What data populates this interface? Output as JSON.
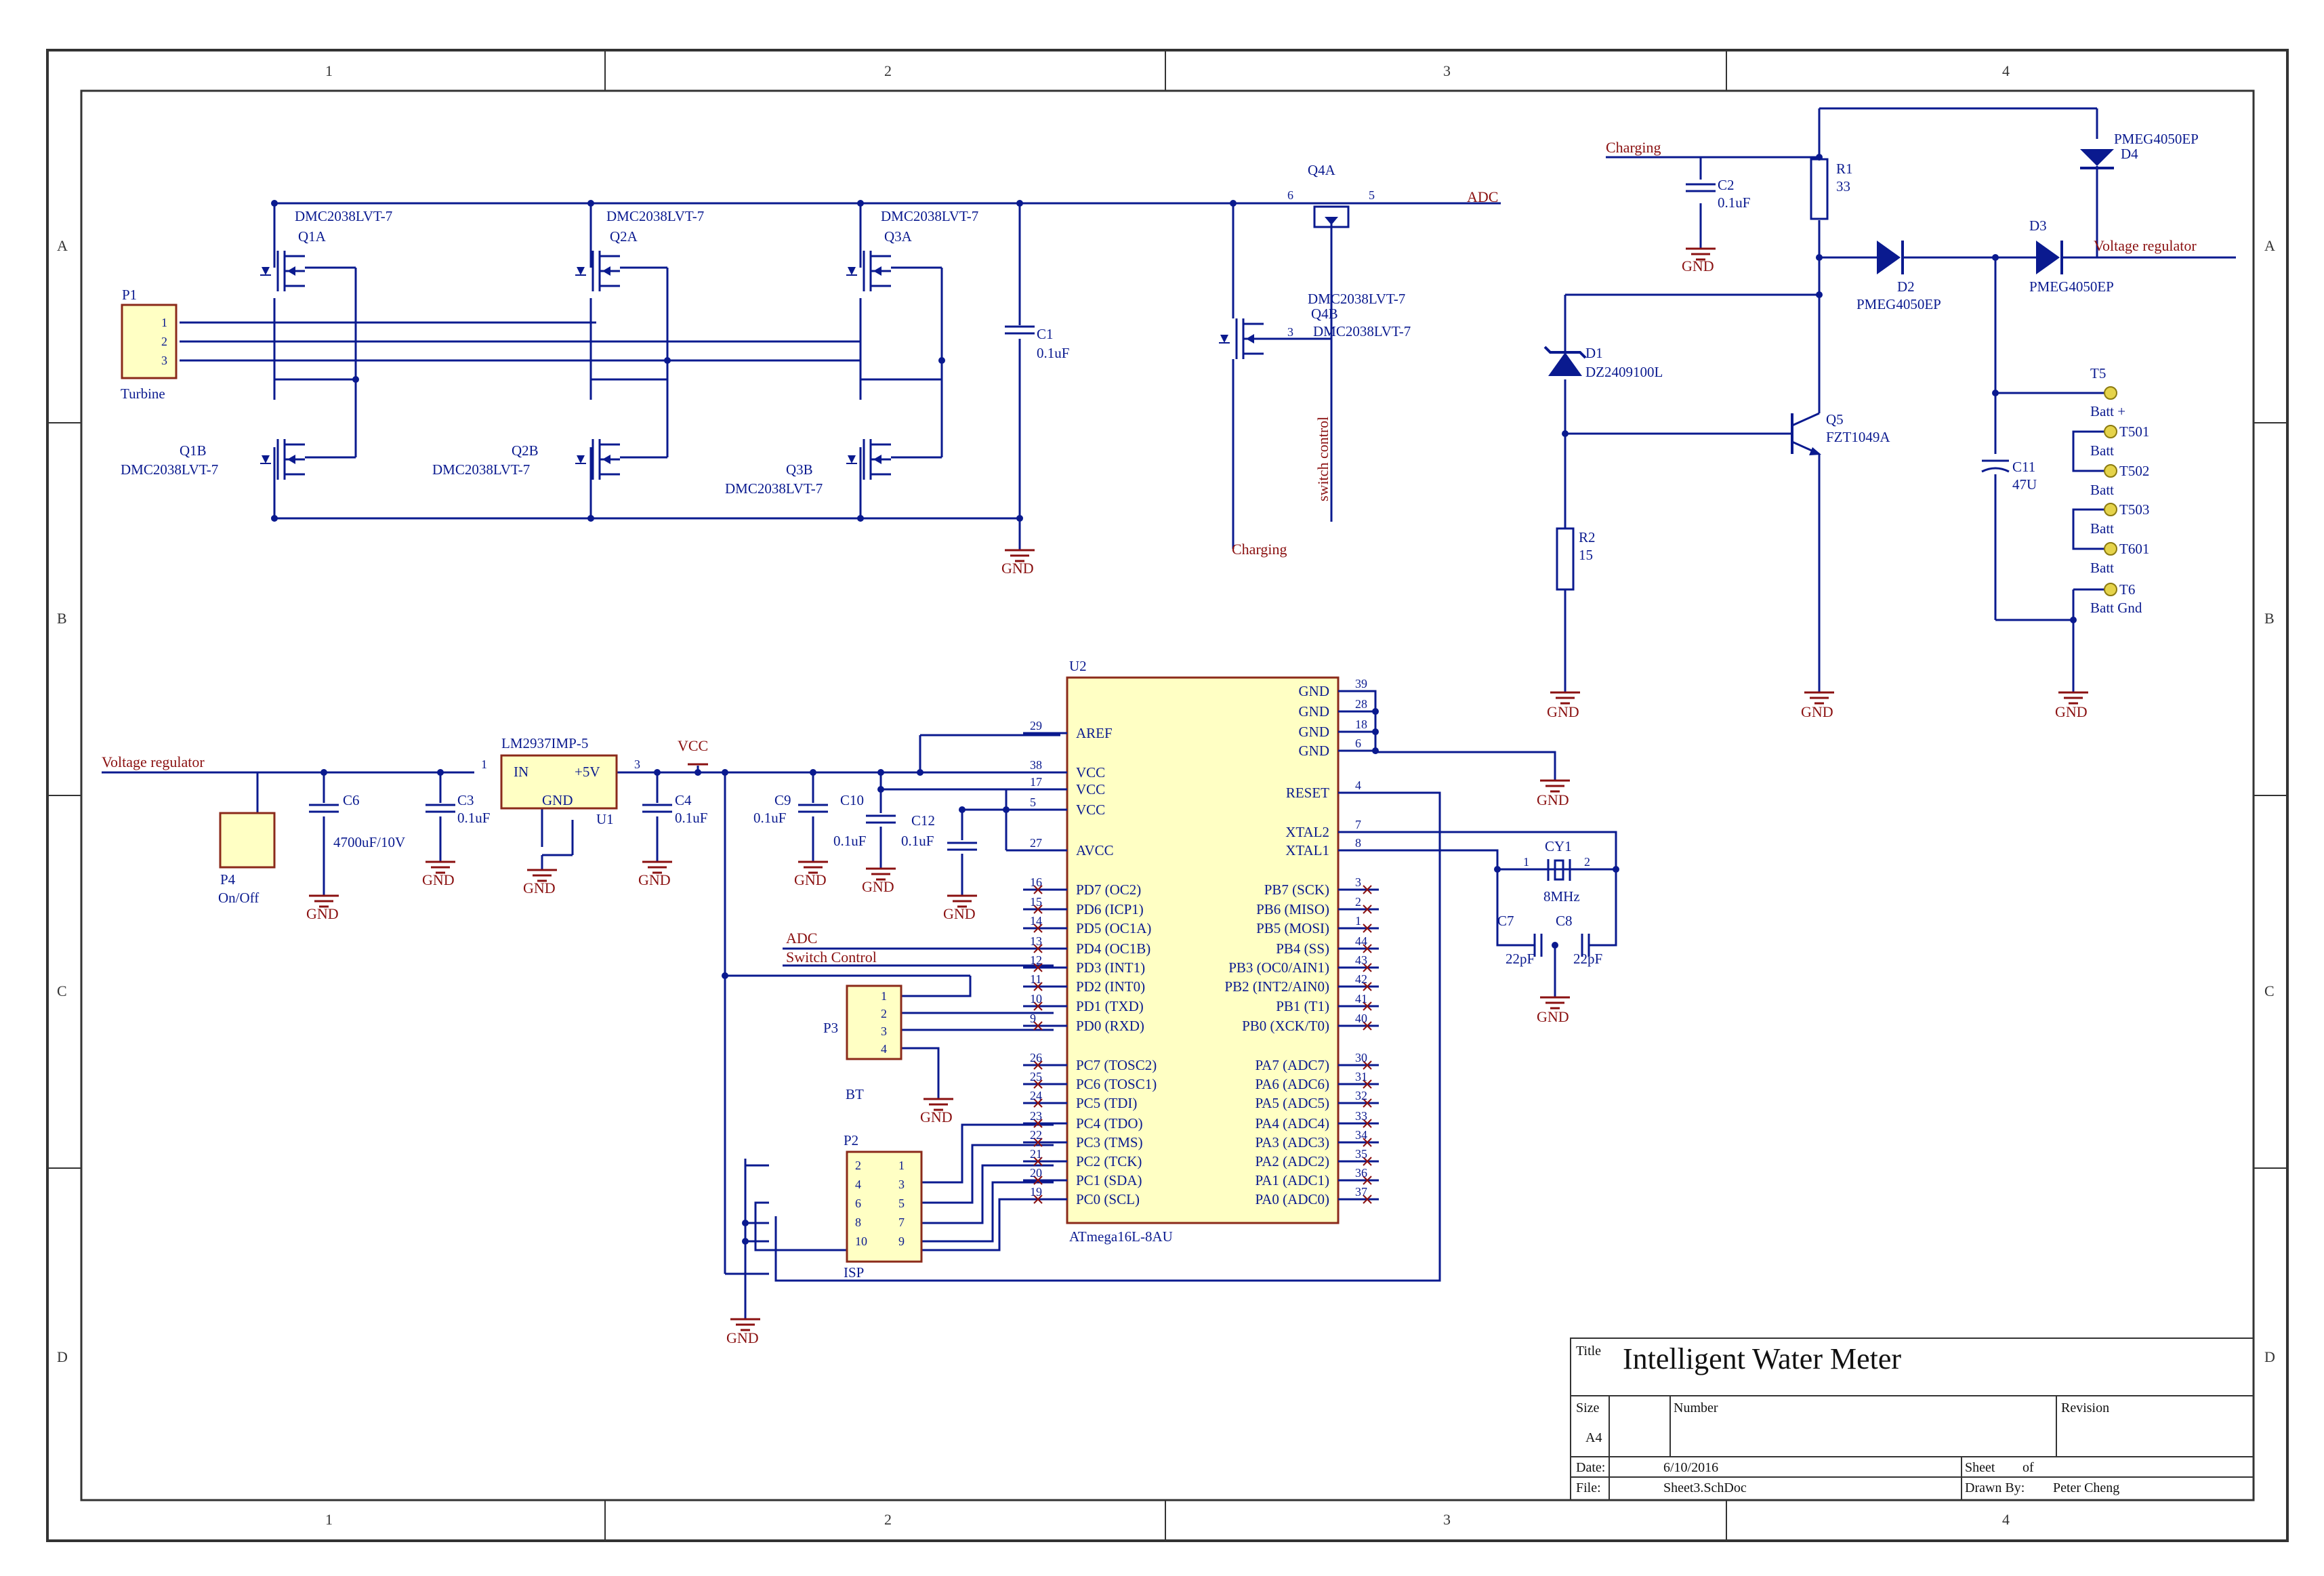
{
  "sheet": {
    "col_labels": [
      "1",
      "2",
      "3",
      "4"
    ],
    "row_labels": [
      "A",
      "B",
      "C",
      "D"
    ],
    "colors": {
      "wire": "#0a1a8f",
      "net": "#8a1010",
      "body": "#ffffc4",
      "body_border": "#8b2a1a",
      "pin_junction": "#e5d34a",
      "border": "#333333"
    }
  },
  "title_block": {
    "title_label": "Title",
    "title": "Intelligent Water Meter",
    "size_label": "Size",
    "size": "A4",
    "number_label": "Number",
    "revision_label": "Revision",
    "date_label": "Date:",
    "date": "6/10/2016",
    "file_label": "File:",
    "file": "Sheet3.SchDoc",
    "sheet_label": "Sheet",
    "of_label": "of",
    "drawn_by_label": "Drawn By:",
    "drawn_by": "Peter Cheng"
  },
  "components": {
    "p1": {
      "ref": "P1",
      "value": "Turbine",
      "pins": [
        "1",
        "2",
        "3"
      ]
    },
    "q1a": {
      "ref": "Q1A",
      "part": "DMC2038LVT-7"
    },
    "q2a": {
      "ref": "Q2A",
      "part": "DMC2038LVT-7"
    },
    "q3a": {
      "ref": "Q3A",
      "part": "DMC2038LVT-7"
    },
    "q1b": {
      "ref": "Q1B",
      "part": "DMC2038LVT-7"
    },
    "q2b": {
      "ref": "Q2B",
      "part": "DMC2038LVT-7"
    },
    "q3b": {
      "ref": "Q3B",
      "part": "DMC2038LVT-7"
    },
    "q4a": {
      "ref": "Q4A",
      "part": "DMC2038LVT-7"
    },
    "q4b": {
      "ref": "Q4B",
      "part": "DMC2038LVT-7"
    },
    "c1": {
      "ref": "C1",
      "value": "0.1uF"
    },
    "c2": {
      "ref": "C2",
      "value": "0.1uF"
    },
    "r1": {
      "ref": "R1",
      "value": "33"
    },
    "r2": {
      "ref": "R2",
      "value": "15"
    },
    "d1": {
      "ref": "D1",
      "part": "DZ2409100L"
    },
    "d2": {
      "ref": "D2",
      "part": "PMEG4050EP"
    },
    "d3": {
      "ref": "D3",
      "part": "PMEG4050EP"
    },
    "d4": {
      "ref": "D4",
      "part": "PMEG4050EP"
    },
    "q5": {
      "ref": "Q5",
      "part": "FZT1049A"
    },
    "c11": {
      "ref": "C11",
      "value": "47U"
    },
    "t5": {
      "ref": "T5",
      "value": "Batt +"
    },
    "t501": {
      "ref": "T501",
      "value": "Batt"
    },
    "t502": {
      "ref": "T502",
      "value": "Batt"
    },
    "t503": {
      "ref": "T503",
      "value": "Batt"
    },
    "t601": {
      "ref": "T601",
      "value": "Batt"
    },
    "t6": {
      "ref": "T6",
      "value": "Batt Gnd"
    },
    "p4": {
      "ref": "P4",
      "value": "On/Off"
    },
    "c6": {
      "ref": "C6",
      "value": "4700uF/10V"
    },
    "c3": {
      "ref": "C3",
      "value": "0.1uF"
    },
    "u1": {
      "ref": "U1",
      "part": "LM2937IMP-5",
      "pin_in": "IN",
      "pin_out": "+5V",
      "pin_gnd": "GND"
    },
    "c4": {
      "ref": "C4",
      "value": "0.1uF"
    },
    "c9": {
      "ref": "C9",
      "value": "0.1uF"
    },
    "c10": {
      "ref": "C10",
      "value": "0.1uF"
    },
    "c12": {
      "ref": "C12",
      "value": "0.1uF"
    },
    "u2": {
      "ref": "U2",
      "part": "ATmega16L-8AU"
    },
    "cy1": {
      "ref": "CY1",
      "value": "8MHz"
    },
    "c7": {
      "ref": "C7",
      "value": "22pF"
    },
    "c8": {
      "ref": "C8",
      "value": "22pF"
    },
    "p3": {
      "ref": "P3",
      "value": "BT",
      "pins": [
        "1",
        "2",
        "3",
        "4"
      ]
    },
    "p2": {
      "ref": "P2",
      "value": "ISP",
      "pins_left": [
        "2",
        "4",
        "6",
        "8",
        "10"
      ],
      "pins_right": [
        "1",
        "3",
        "5",
        "7",
        "9"
      ]
    }
  },
  "nets": {
    "adc": "ADC",
    "charging": "Charging",
    "switch_control": "switch control",
    "switch_control_2": "Switch Control",
    "voltage_regulator": "Voltage regulator",
    "vcc": "VCC",
    "gnd": "GND"
  },
  "u2_pins": {
    "left": [
      {
        "num": "29",
        "name": "AREF"
      },
      {
        "num": "38",
        "name": "VCC"
      },
      {
        "num": "17",
        "name": "VCC"
      },
      {
        "num": "5",
        "name": "VCC"
      },
      {
        "num": "27",
        "name": "AVCC"
      },
      {
        "num": "16",
        "name": "PD7 (OC2)"
      },
      {
        "num": "15",
        "name": "PD6 (ICP1)"
      },
      {
        "num": "14",
        "name": "PD5 (OC1A)"
      },
      {
        "num": "13",
        "name": "PD4 (OC1B)"
      },
      {
        "num": "12",
        "name": "PD3 (INT1)"
      },
      {
        "num": "11",
        "name": "PD2 (INT0)"
      },
      {
        "num": "10",
        "name": "PD1 (TXD)"
      },
      {
        "num": "9",
        "name": "PD0 (RXD)"
      },
      {
        "num": "26",
        "name": "PC7 (TOSC2)"
      },
      {
        "num": "25",
        "name": "PC6 (TOSC1)"
      },
      {
        "num": "24",
        "name": "PC5 (TDI)"
      },
      {
        "num": "23",
        "name": "PC4 (TDO)"
      },
      {
        "num": "22",
        "name": "PC3 (TMS)"
      },
      {
        "num": "21",
        "name": "PC2 (TCK)"
      },
      {
        "num": "20",
        "name": "PC1 (SDA)"
      },
      {
        "num": "19",
        "name": "PC0 (SCL)"
      }
    ],
    "right_top": [
      {
        "num": "39",
        "name": "GND"
      },
      {
        "num": "28",
        "name": "GND"
      },
      {
        "num": "18",
        "name": "GND"
      },
      {
        "num": "6",
        "name": "GND"
      },
      {
        "num": "4",
        "name": "RESET"
      },
      {
        "num": "7",
        "name": "XTAL2"
      },
      {
        "num": "8",
        "name": "XTAL1"
      }
    ],
    "right": [
      {
        "num": "3",
        "name": "PB7 (SCK)"
      },
      {
        "num": "2",
        "name": "PB6 (MISO)"
      },
      {
        "num": "1",
        "name": "PB5 (MOSI)"
      },
      {
        "num": "44",
        "name": "PB4 (SS)"
      },
      {
        "num": "43",
        "name": "PB3 (OC0/AIN1)"
      },
      {
        "num": "42",
        "name": "PB2 (INT2/AIN0)"
      },
      {
        "num": "41",
        "name": "PB1 (T1)"
      },
      {
        "num": "40",
        "name": "PB0 (XCK/T0)"
      },
      {
        "num": "30",
        "name": "PA7 (ADC7)"
      },
      {
        "num": "31",
        "name": "PA6 (ADC6)"
      },
      {
        "num": "32",
        "name": "PA5 (ADC5)"
      },
      {
        "num": "33",
        "name": "PA4 (ADC4)"
      },
      {
        "num": "34",
        "name": "PA3 (ADC3)"
      },
      {
        "num": "35",
        "name": "PA2 (ADC2)"
      },
      {
        "num": "36",
        "name": "PA1 (ADC1)"
      },
      {
        "num": "37",
        "name": "PA0 (ADC0)"
      }
    ]
  }
}
